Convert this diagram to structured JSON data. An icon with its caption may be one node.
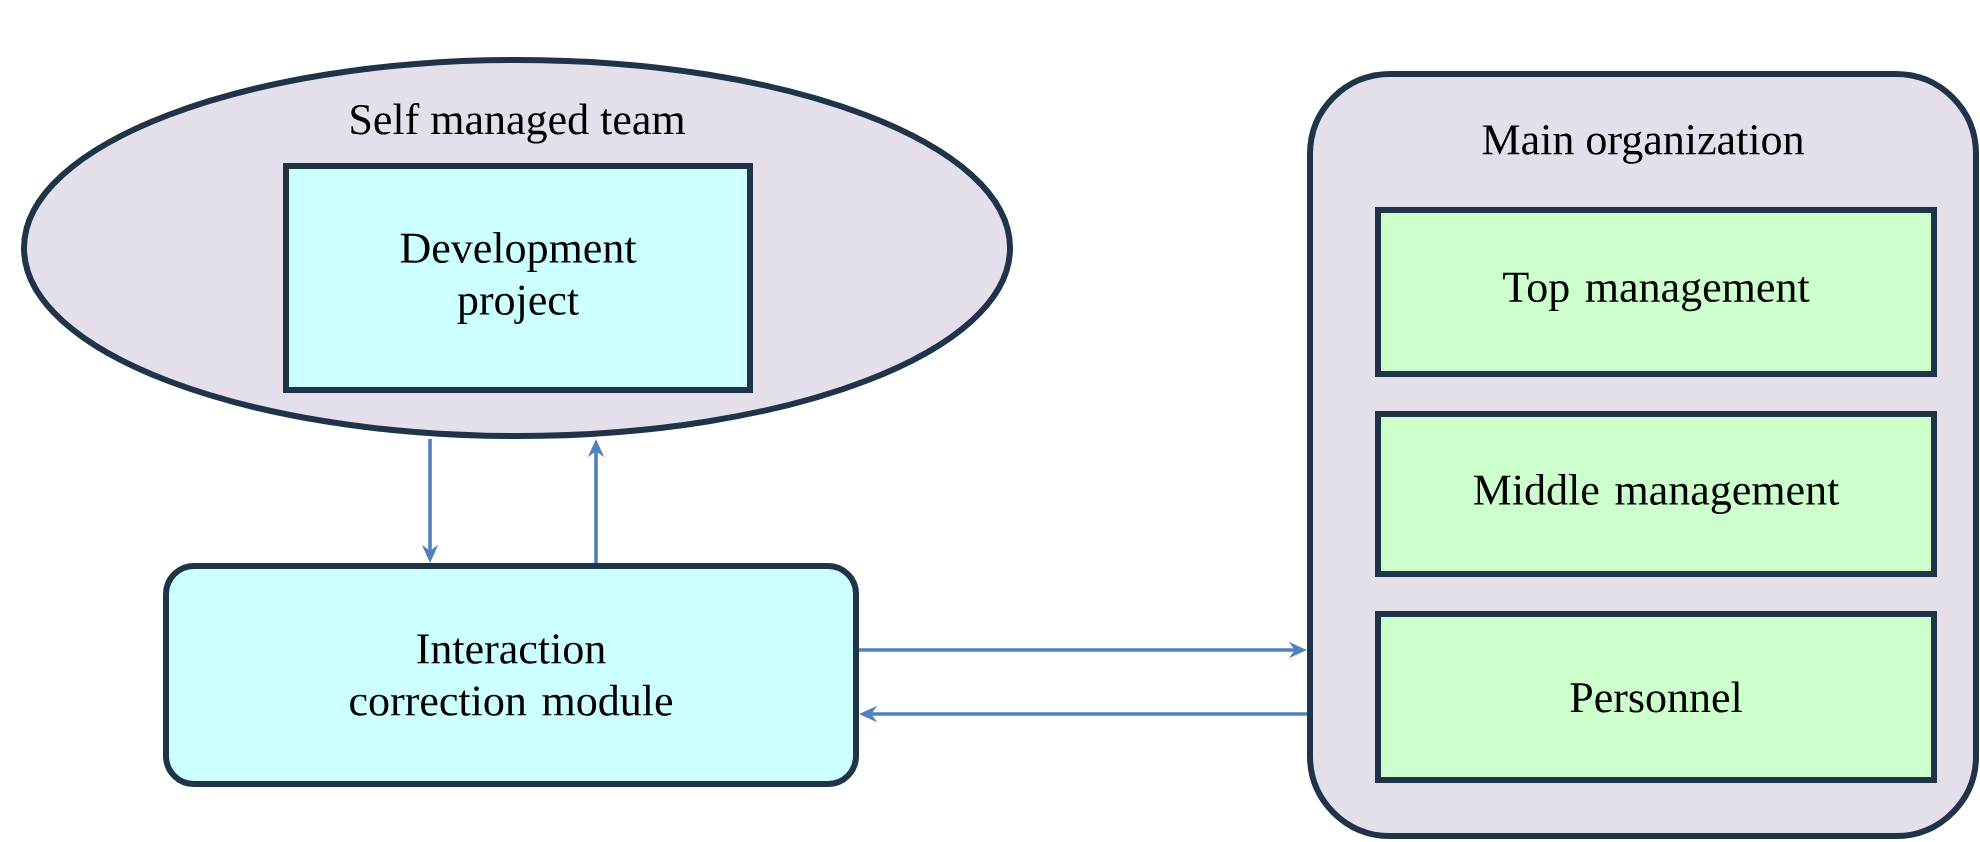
{
  "diagram": {
    "nodes": [
      {
        "text": [
          "Self managed team"
        ]
      },
      {
        "text": [
          "Development project"
        ],
        "in": 0
      },
      {
        "text": [
          "Interaction correction module"
        ]
      },
      {
        "text": [
          "Main organization"
        ]
      },
      {
        "text": [
          "Top management"
        ],
        "in": 3
      },
      {
        "text": [
          "Middle management"
        ],
        "in": 3
      },
      {
        "text": [
          "Personnel"
        ],
        "in": 3
      }
    ],
    "edges": [
      {
        "from": 0,
        "to": 2,
        "arrow": "to"
      },
      {
        "from": 2,
        "to": 0,
        "arrow": "to"
      },
      {
        "from": 2,
        "to": 3,
        "arrow": "to"
      },
      {
        "from": 3,
        "to": 2,
        "arrow": "to"
      }
    ]
  }
}
